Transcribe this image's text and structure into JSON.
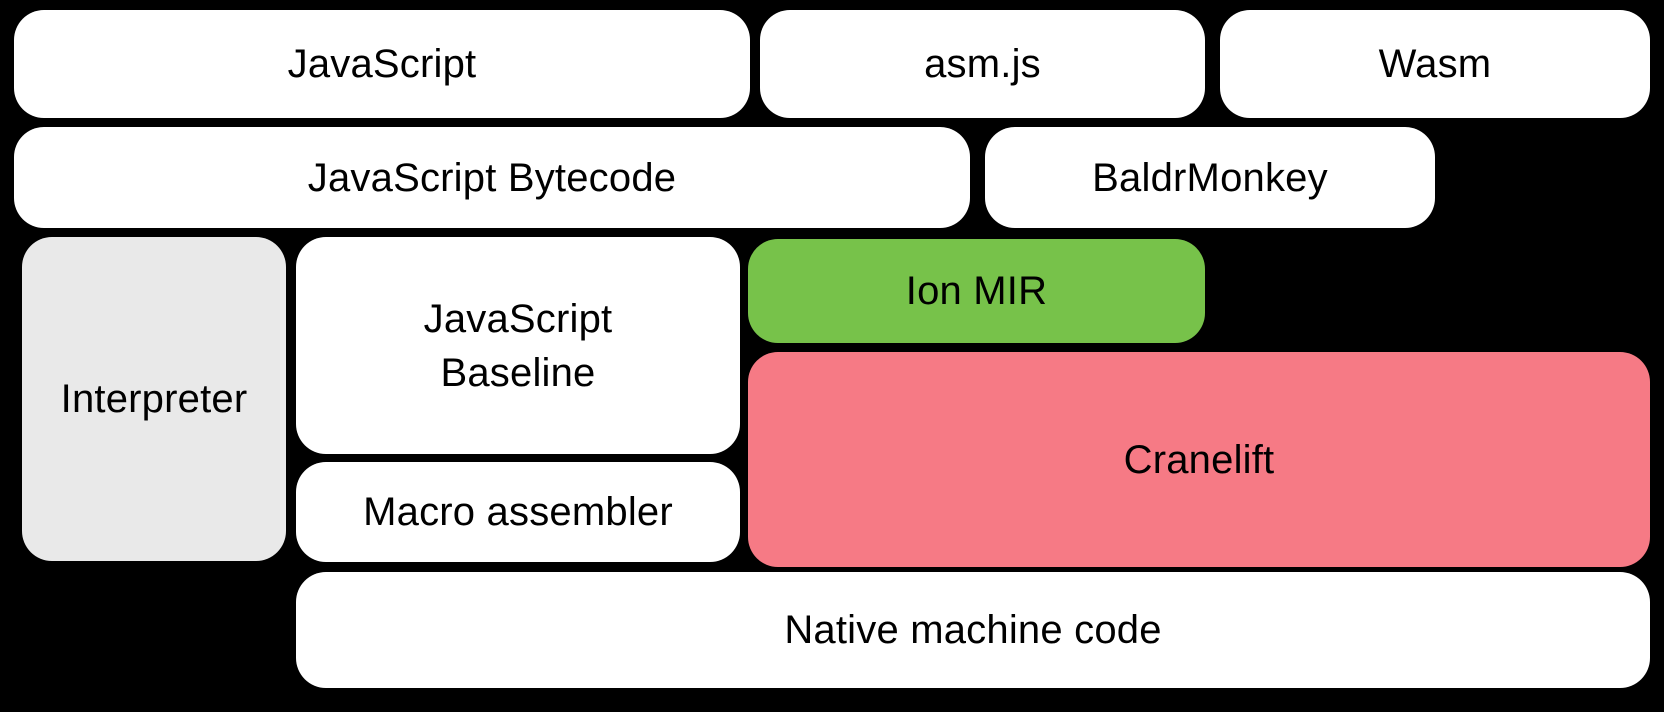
{
  "colors": {
    "background": "#000000",
    "box_white": "#FFFFFF",
    "box_gray": "#E9E9E9",
    "box_green": "#77C24A",
    "box_pink": "#F67A85",
    "text": "#000000"
  },
  "diagram": {
    "boxes": {
      "javascript": {
        "label": "JavaScript"
      },
      "asmjs": {
        "label": "asm.js"
      },
      "wasm": {
        "label": "Wasm"
      },
      "bytecode": {
        "label": "JavaScript Bytecode"
      },
      "baldrmonkey": {
        "label": "BaldrMonkey"
      },
      "interpreter": {
        "label": "Interpreter"
      },
      "baseline": {
        "label": "JavaScript\nBaseline"
      },
      "ion_mir": {
        "label": "Ion MIR"
      },
      "cranelift": {
        "label": "Cranelift"
      },
      "macro_assembler": {
        "label": "Macro assembler"
      },
      "native": {
        "label": "Native machine code"
      }
    }
  }
}
